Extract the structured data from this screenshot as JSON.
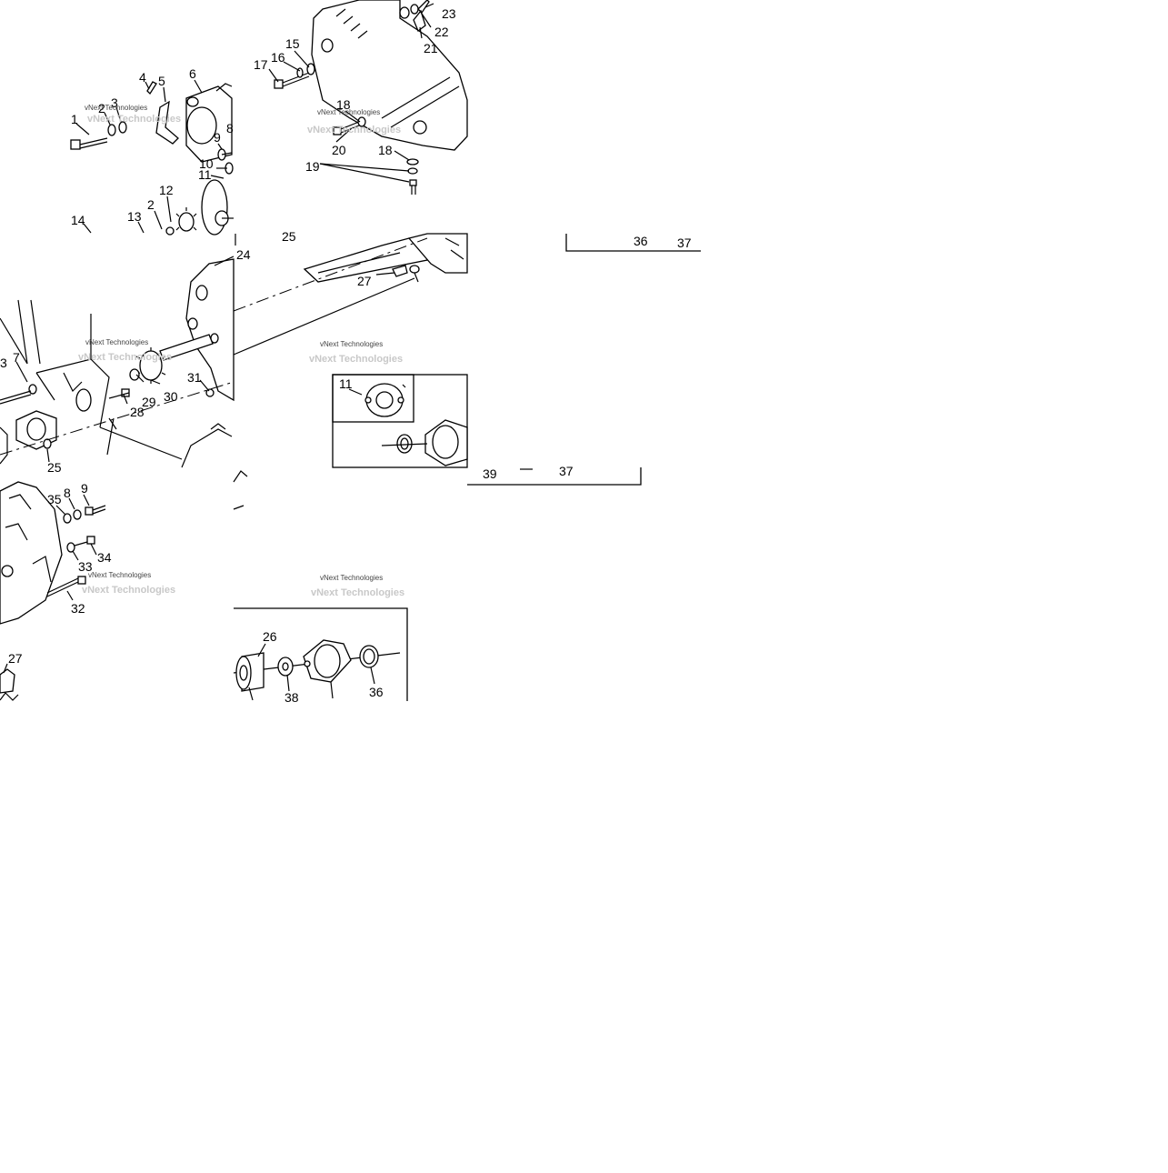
{
  "diagram": {
    "watermark": "vNext Technologies",
    "callouts": {
      "tl": [
        "1",
        "2",
        "3",
        "4",
        "5",
        "6",
        "8",
        "9",
        "10",
        "11",
        "12",
        "2",
        "13",
        "14"
      ],
      "tm": [
        "23",
        "22",
        "21",
        "15",
        "16",
        "17",
        "18",
        "20",
        "18",
        "19"
      ],
      "ml": [
        "3",
        "7",
        "24",
        "29",
        "30",
        "31",
        "28",
        "25"
      ],
      "mm": [
        "25",
        "27",
        "11"
      ],
      "bl": [
        "35",
        "8",
        "9",
        "34",
        "33",
        "32",
        "27"
      ],
      "bm": [
        "26",
        "38",
        "36",
        "39",
        "37"
      ],
      "tr": [
        "36",
        "37"
      ]
    }
  }
}
